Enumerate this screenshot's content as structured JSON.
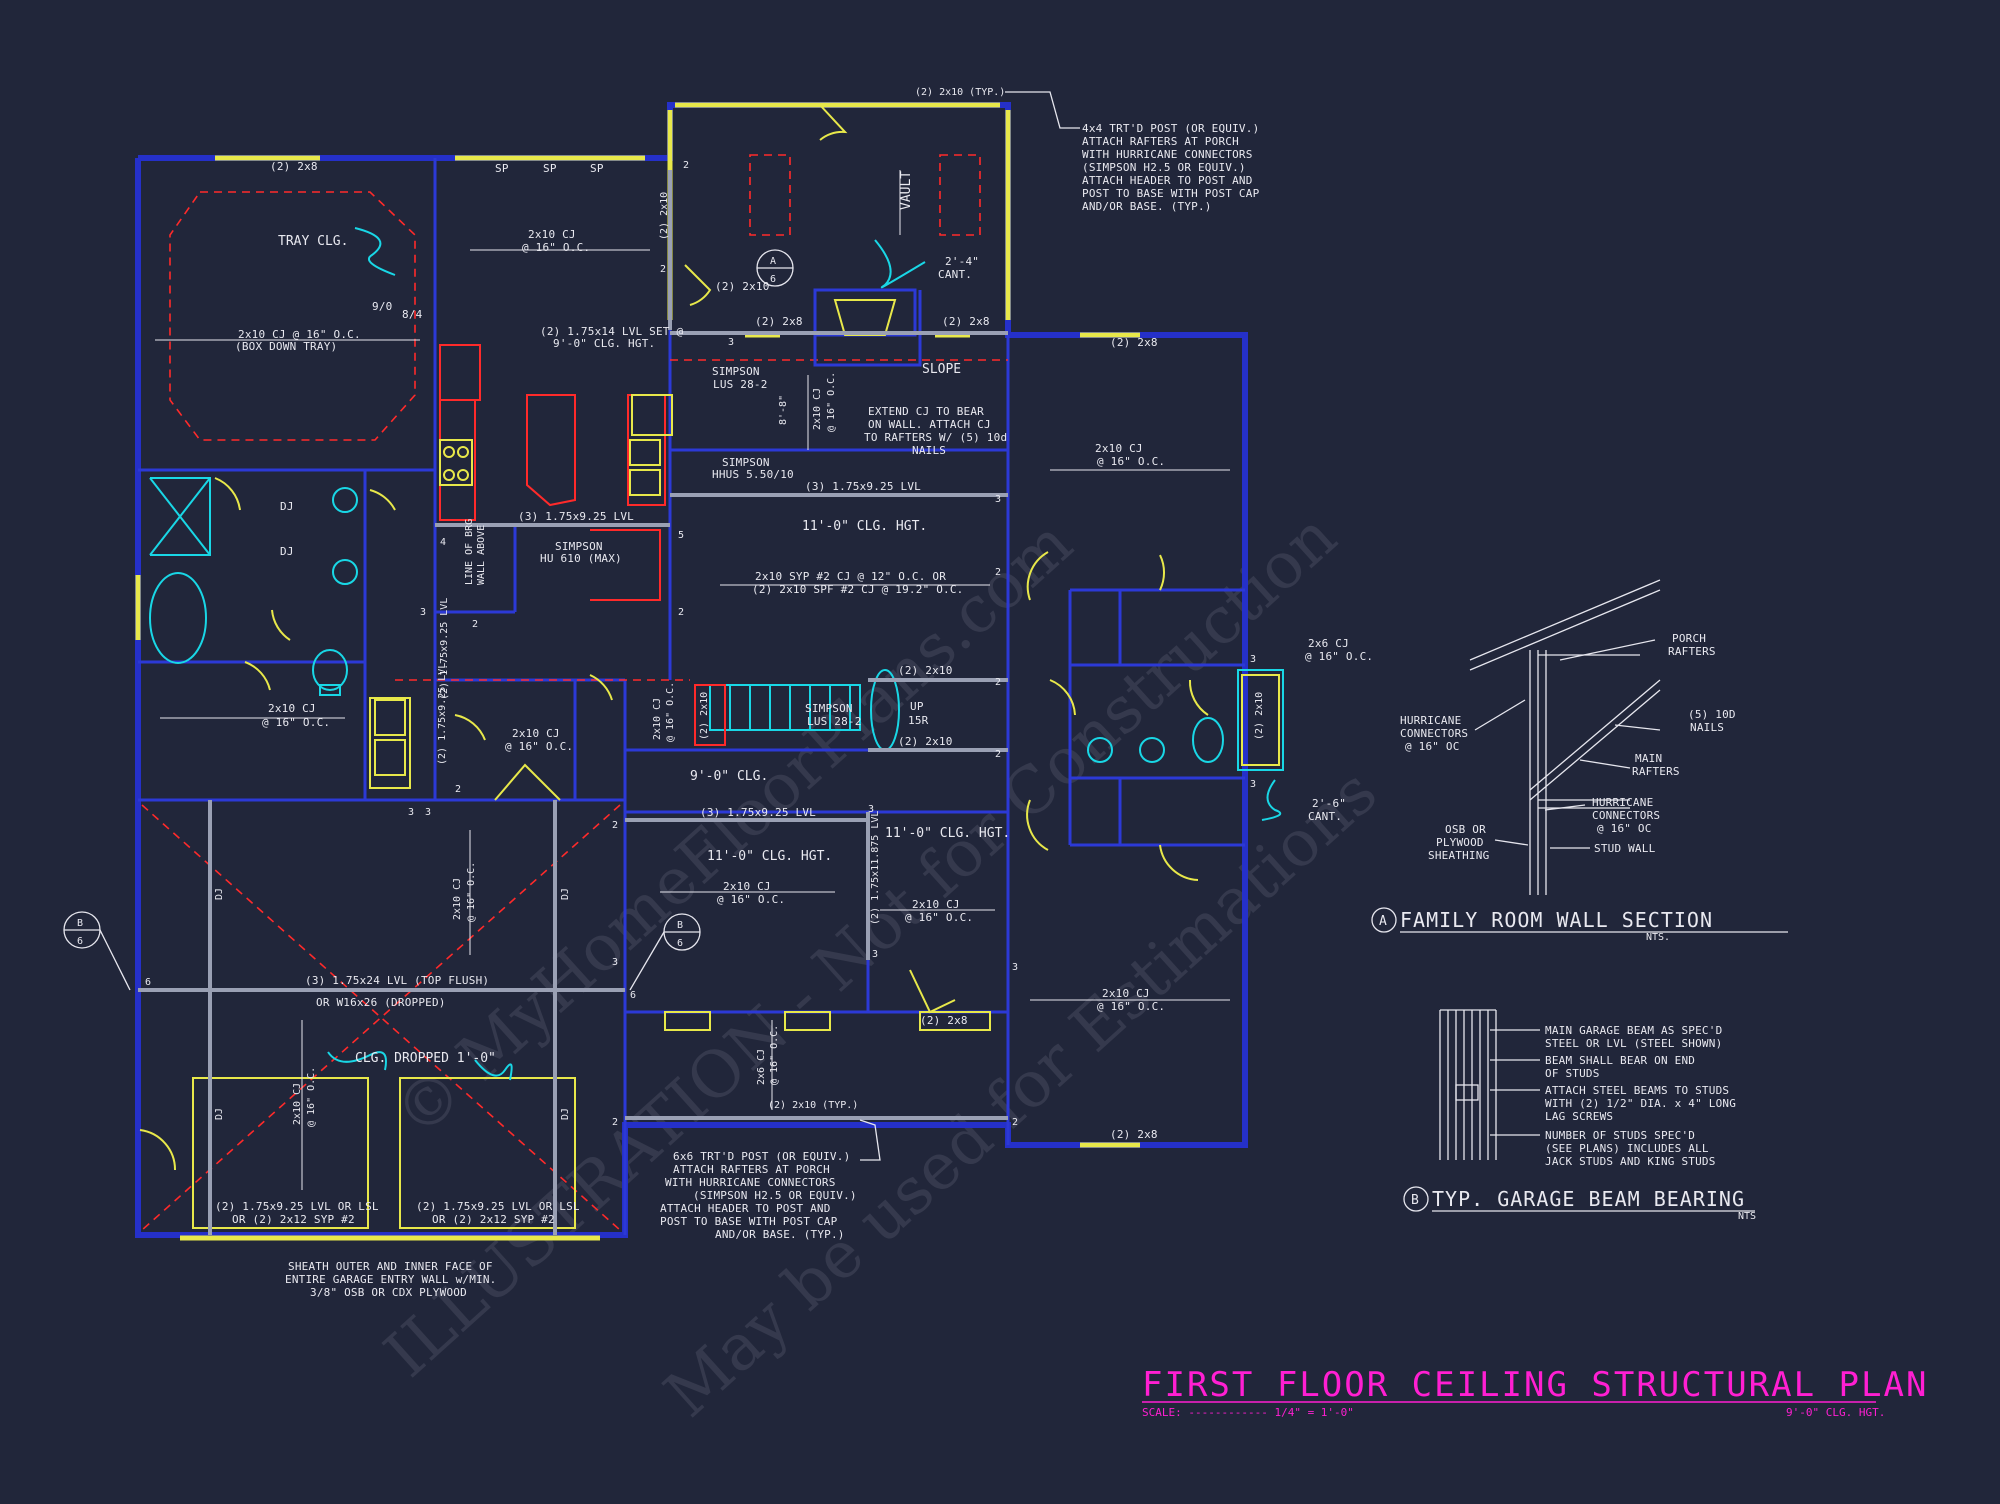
{
  "colors": {
    "background": "#21263a",
    "wall": "#2530c9",
    "window": "#e8e84a",
    "annotation": "#19d7e6",
    "dashed": "#ff2a2a",
    "title": "#ff1fd2",
    "text": "#e9e9f0"
  },
  "title": {
    "main": "FIRST FLOOR CEILING STRUCTURAL PLAN",
    "scale_label": "SCALE: ------------ 1/4\" = 1'-0\"",
    "ceiling_height": "9'-0\" CLG. HGT."
  },
  "watermark": {
    "line1": "© MyHomeFloorPlans.com",
    "line2": "ILLUSTRATION - Not for Construction",
    "line3": "May be used for Estimations"
  },
  "labels": {
    "header_2x8_top_left": "(2) 2x8",
    "sp": "SP",
    "tray_clg": "TRAY CLG.",
    "pitch_left": "9/0",
    "pitch_right": "8/4",
    "cj_box_down": "2x10 CJ @ 16\" O.C.",
    "box_down_tray": "(BOX DOWN TRAY)",
    "kitchen_cj": "2x10 CJ",
    "kitchen_cj_oc": "@ 16\" O.C.",
    "lvl_set_1": "(2) 1.75x14 LVL SET @",
    "lvl_set_2": "9'-0\" CLG. HGT.",
    "dj": "DJ",
    "lvl_3_925": "(3) 1.75x9.25 LVL",
    "simpson_hu_1": "SIMPSON",
    "simpson_hu_2": "HU 610 (MAX)",
    "line_brg_1": "LINE OF BRG",
    "line_brg_2": "WALL ABOVE",
    "bath_cj_1": "2x10 CJ",
    "bath_cj_2": "@ 16\" O.C.",
    "lvl_2_925_v": "(2) 1.75x9.25 LVL",
    "laundry_cj_1": "2x10 CJ",
    "laundry_cj_2": "@ 16\" O.C.",
    "clg_9": "9'-0\" CLG.",
    "hdr_2x10_v": "(2) 2x10",
    "hdr_2x10_typ": "(2) 2x10 (TYP.)",
    "post_4x4_1": "4x4 TRT'D POST (OR EQUIV.)",
    "post_4x4_2": "ATTACH RAFTERS AT PORCH",
    "post_4x4_3": "WITH HURRICANE CONNECTORS",
    "post_4x4_4": "(SIMPSON H2.5 OR EQUIV.)",
    "post_4x4_5": "ATTACH HEADER TO POST AND",
    "post_4x4_6": "POST TO BASE WITH POST CAP",
    "post_4x4_7": "AND/OR BASE. (TYP.)",
    "vault": "VAULT",
    "cant_24_1": "2'-4\"",
    "cant_24_2": "CANT.",
    "sec_a_letter": "A",
    "sec_a_sheet": "6",
    "hdr_2x10_a": "(2) 2x10",
    "hdr_2x8_a": "(2) 2x8",
    "hdr_2x8_b": "(2) 2x8",
    "hdr_2x8_c": "(2) 2x8",
    "simpson_lus_1": "SIMPSON",
    "simpson_lus_2": "LUS 28-2",
    "slope": "SLOPE",
    "cj_v_1": "2x10 CJ",
    "cj_v_2": "@ 16\" O.C.",
    "extend_1": "EXTEND CJ TO BEAR",
    "extend_2": "ON WALL. ATTACH CJ",
    "extend_3": "TO RAFTERS W/ (5) 10d",
    "extend_4": "NAILS",
    "dim_8_8": "8'-8\"",
    "simpson_hhus_1": "SIMPSON",
    "simpson_hhus_2": "HHUS 5.50/10",
    "lvl_3_925_b": "(3) 1.75x9.25 LVL",
    "clg_11_a": "11'-0\" CLG. HGT.",
    "syp_1": "2x10 SYP #2 CJ @ 12\" O.C. OR",
    "syp_2": "(2) 2x10 SPF #2 CJ @ 19.2\" O.C.",
    "right_cj_1": "2x10 CJ",
    "right_cj_2": "@ 16\" O.C.",
    "stair_cj_1": "2x10 CJ",
    "stair_cj_2": "@ 16\" O.C.",
    "hdr_2x10_b": "(2) 2x10",
    "hdr_2x10_c": "(2) 2x10",
    "simpson_lus_b_1": "SIMPSON",
    "simpson_lus_b_2": "LUS 28-2",
    "up": "UP",
    "fifteen_r": "15R",
    "cj_2x6_1": "2x6 CJ",
    "cj_2x6_2": "@ 16\" O.C.",
    "hdr_2x10_bath": "(2) 2x10",
    "cant_26_1": "2'-6\"",
    "cant_26_2": "CANT.",
    "lvl_3_925_c": "(3) 1.75x9.25 LVL",
    "clg_11_b": "11'-0\" CLG. HGT.",
    "clg_11_c": "11'-0\" CLG. HGT.",
    "dining_cj_1": "2x10 CJ",
    "dining_cj_2": "@ 16\" O.C.",
    "lvl_1875": "(2) 1.75x11.875 LVL",
    "nook_cj_1": "2x10 CJ",
    "nook_cj_2": "@ 16\" O.C.",
    "hdr_2x8_d": "(2) 2x8",
    "right_lower_cj_1": "2x10 CJ",
    "right_lower_cj_2": "@ 16\" O.C.",
    "hdr_2x8_e": "(2) 2x8",
    "cj_2x6_v_1": "2x6 CJ",
    "cj_2x6_v_2": "@ 16\" O.C.",
    "hdr_2x10_typ_b": "(2) 2x10 (TYP.)",
    "post_6x6_1": "6x6 TRT'D POST (OR EQUIV.)",
    "post_6x6_2": "ATTACH RAFTERS AT PORCH",
    "post_6x6_3": "WITH HURRICANE CONNECTORS",
    "post_6x6_4": "(SIMPSON H2.5 OR EQUIV.)",
    "post_6x6_5": "ATTACH HEADER TO POST AND",
    "post_6x6_6": "POST TO BASE WITH POST CAP",
    "post_6x6_7": "AND/OR BASE. (TYP.)",
    "garage_cj_v_1": "2x10 CJ",
    "garage_cj_v_2": "@ 16\" O.C.",
    "beam_1": "(3) 1.75x24 LVL (TOP FLUSH)",
    "beam_2": "OR W16x26 (DROPPED)",
    "clg_dropped": "CLG. DROPPED 1'-0\"",
    "garage_cj_v2_1": "2x10 CJ",
    "garage_cj_v2_2": "@ 16\" O.C.",
    "gar_hdr_l_1": "(2) 1.75x9.25 LVL OR LSL",
    "gar_hdr_l_2": "OR (2) 2x12 SYP #2",
    "gar_hdr_r_1": "(2) 1.75x9.25 LVL OR LSL",
    "gar_hdr_r_2": "OR (2) 2x12 SYP #2",
    "sheath_1": "SHEATH OUTER AND INNER FACE OF",
    "sheath_2": "ENTIRE GARAGE ENTRY WALL w/MIN.",
    "sheath_3": "3/8\" OSB OR CDX PLYWOOD",
    "sec_b_letter": "B",
    "sec_b_sheet": "6",
    "n2": "2",
    "n3": "3",
    "n4": "4",
    "n5": "5",
    "n6": "6"
  },
  "detail_a": {
    "porch_rafters_1": "PORCH",
    "porch_rafters_2": "RAFTERS",
    "hurricane_1": "HURRICANE",
    "hurricane_2": "CONNECTORS",
    "hurricane_3": "@ 16\" OC",
    "nails_1": "(5) 10D",
    "nails_2": "NAILS",
    "main_rafters_1": "MAIN",
    "main_rafters_2": "RAFTERS",
    "hurricane_b_1": "HURRICANE",
    "hurricane_b_2": "CONNECTORS",
    "hurricane_b_3": "@ 16\" OC",
    "osb_1": "OSB OR",
    "osb_2": "PLYWOOD",
    "osb_3": "SHEATHING",
    "stud_wall": "STUD WALL",
    "letter": "A",
    "title": "FAMILY ROOM WALL SECTION",
    "nts": "NTS."
  },
  "detail_b": {
    "n1_1": "MAIN GARAGE BEAM AS SPEC'D",
    "n1_2": "STEEL OR LVL (STEEL SHOWN)",
    "n2_1": "BEAM SHALL BEAR ON END",
    "n2_2": "OF STUDS",
    "n3_1": "ATTACH STEEL BEAMS TO STUDS",
    "n3_2": "WITH (2) 1/2\" DIA. x 4\" LONG",
    "n3_3": "LAG SCREWS",
    "n4_1": "NUMBER OF STUDS SPEC'D",
    "n4_2": "(SEE PLANS) INCLUDES ALL",
    "n4_3": "JACK STUDS AND KING STUDS",
    "letter": "B",
    "title": "TYP. GARAGE BEAM BEARING",
    "nts": "NTS"
  }
}
